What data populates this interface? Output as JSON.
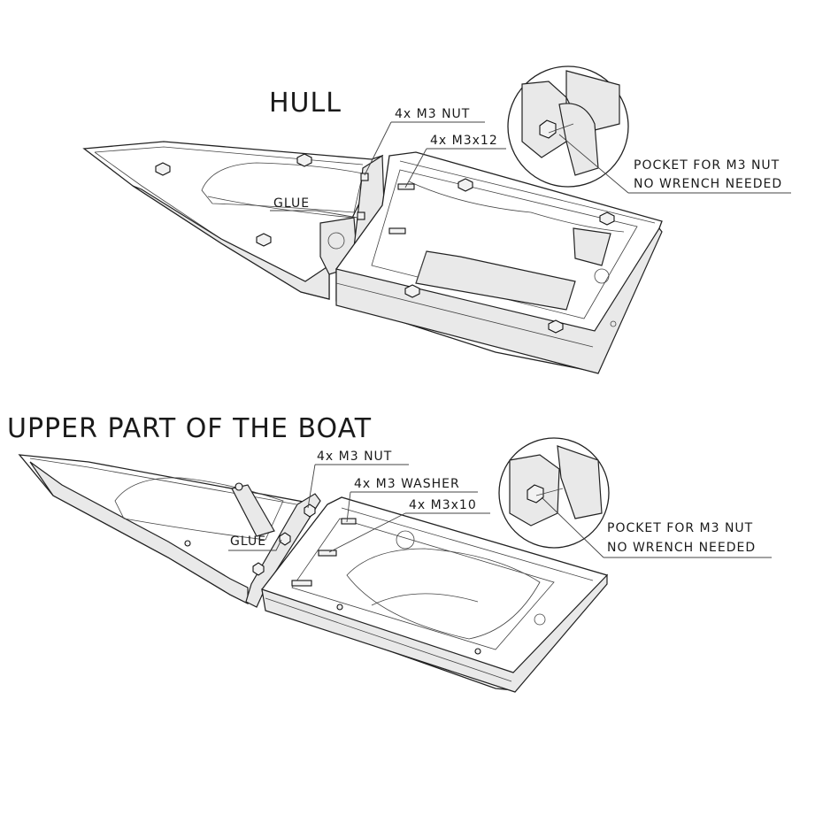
{
  "hull": {
    "title": "HULL",
    "nut_label": "4x M3 NUT",
    "screw_label": "4x M3x12",
    "glue_label": "GLUE",
    "pocket_line1": "POCKET FOR M3 NUT",
    "pocket_line2": "NO WRENCH NEEDED"
  },
  "upper": {
    "title": "UPPER PART OF THE BOAT",
    "nut_label": "4x M3 NUT",
    "washer_label": "4x M3 WASHER",
    "screw_label": "4x M3x10",
    "glue_label": "GLUE",
    "pocket_line1": "POCKET FOR M3 NUT",
    "pocket_line2": "NO WRENCH NEEDED"
  }
}
